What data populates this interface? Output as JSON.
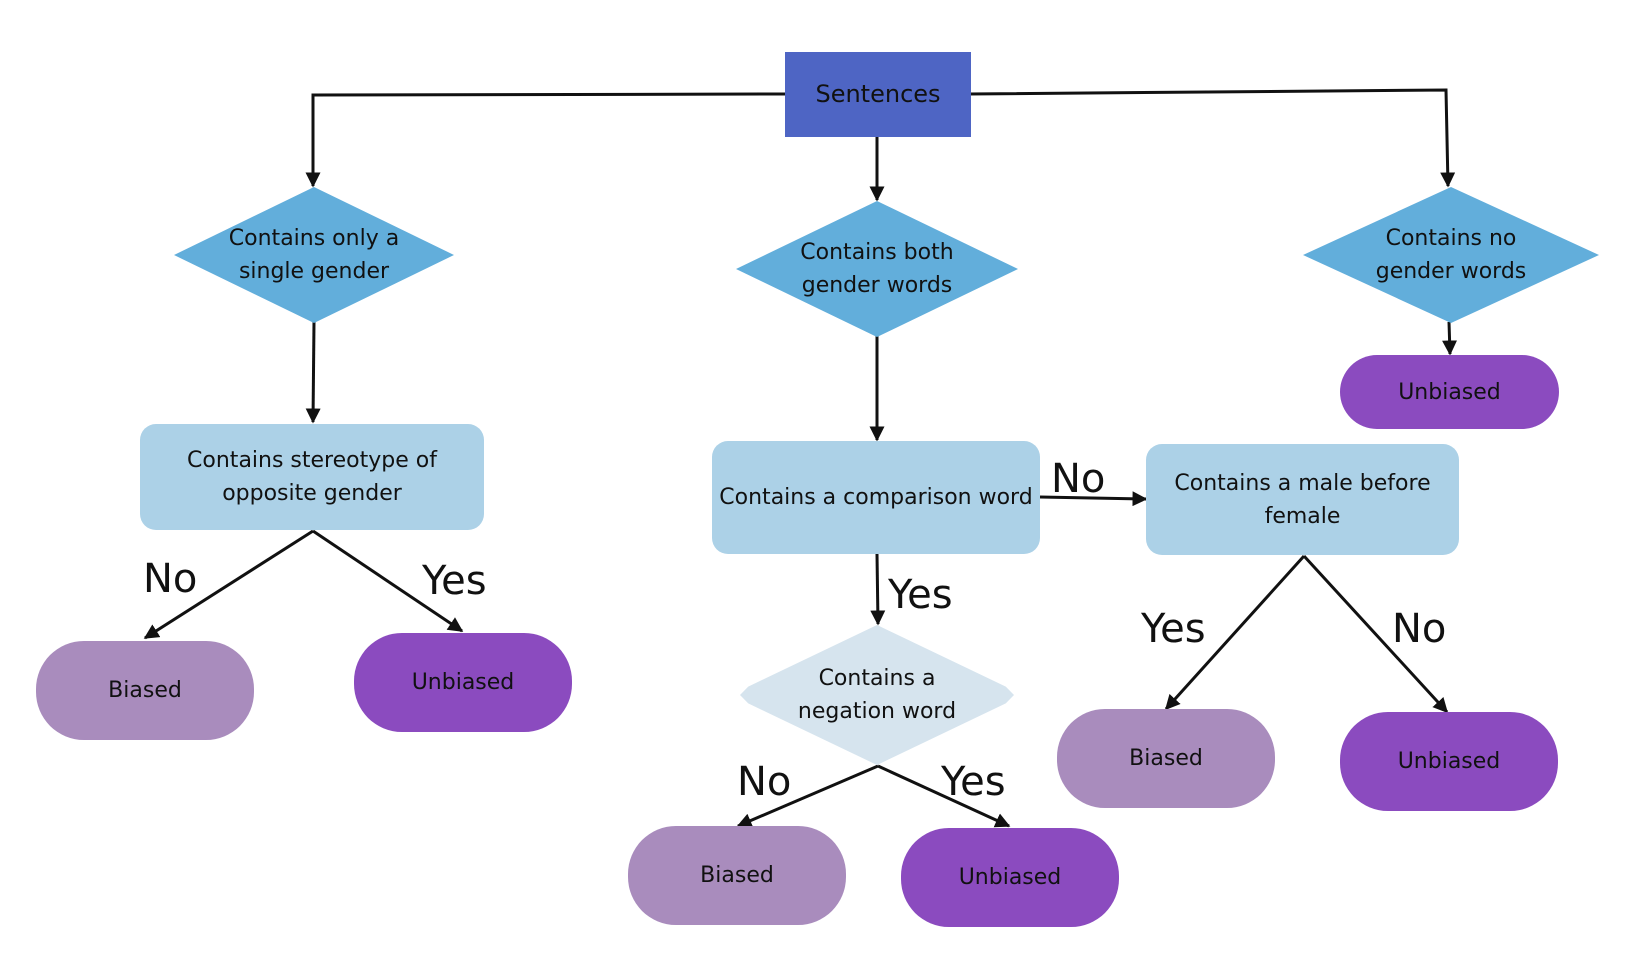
{
  "colors": {
    "root_fill": "#4e65c4",
    "decision_fill": "#62aedb",
    "process_fill": "#acd1e7",
    "negation_fill": "#d6e4ee",
    "biased_fill": "#a98cbd",
    "unbiased_fill": "#8b4bbf",
    "line": "#111111"
  },
  "nodes": {
    "root": "Sentences",
    "single_gender": "Contains only a single gender",
    "both_gender": "Contains both gender words",
    "no_gender": "Contains no gender words",
    "stereotype": "Contains stereotype of opposite gender",
    "comparison": "Contains a comparison word",
    "male_before_female": "Contains a male before female",
    "negation": "Contains a negation word",
    "no_gender_result": "Unbiased",
    "stereotype_no_result": "Biased",
    "stereotype_yes_result": "Unbiased",
    "negation_no_result": "Biased",
    "negation_yes_result": "Unbiased",
    "male_yes_result": "Biased",
    "male_no_result": "Unbiased"
  },
  "edge_labels": {
    "stereotype_no": "No",
    "stereotype_yes": "Yes",
    "comparison_no": "No",
    "comparison_yes": "Yes",
    "negation_no": "No",
    "negation_yes": "Yes",
    "male_yes": "Yes",
    "male_no": "No"
  }
}
